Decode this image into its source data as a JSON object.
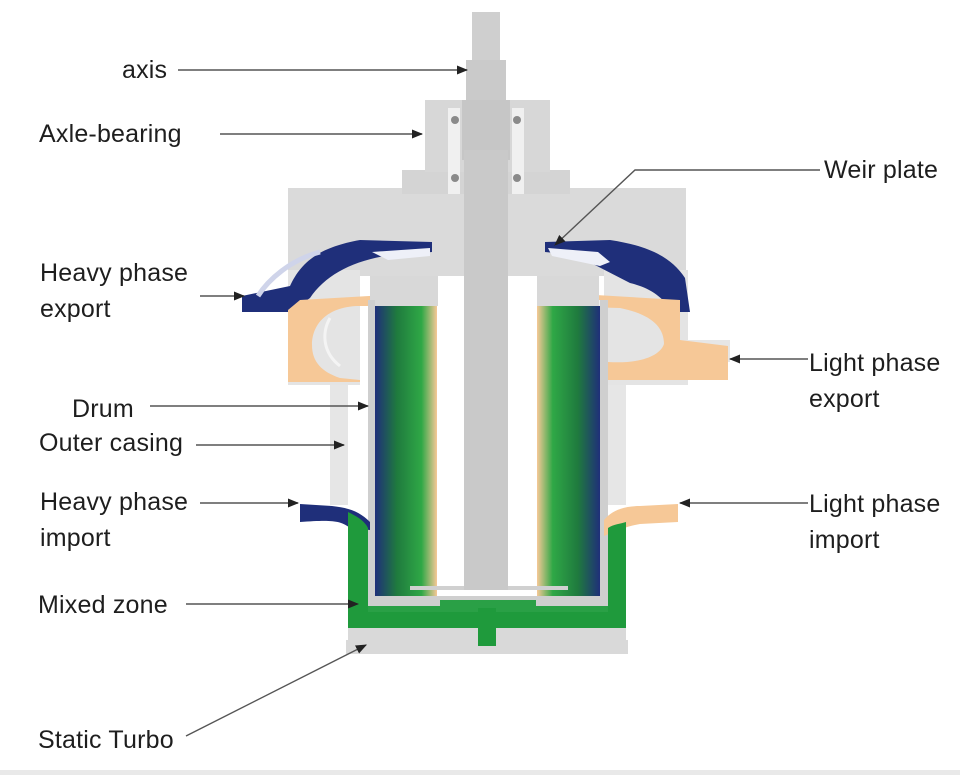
{
  "labels": {
    "axis": "axis",
    "axle_bearing": "Axle-bearing",
    "weir_plate": "Weir plate",
    "heavy_phase_export": [
      "Heavy phase",
      "export"
    ],
    "light_phase_export": [
      "Light phase",
      "export"
    ],
    "drum": "Drum",
    "outer_casing": "Outer casing",
    "heavy_phase_import": [
      "Heavy phase",
      "import"
    ],
    "light_phase_import": [
      "Light phase",
      "import"
    ],
    "mixed_zone": "Mixed zone",
    "static_turbo": "Static Turbo"
  },
  "colors": {
    "housing_gray": "#d9d9d9",
    "shaft_gray": "#c9c9c9",
    "heavy_phase_blue": "#1f2f7a",
    "light_phase_orange": "#f6c897",
    "mixed_green": "#1f9a3c",
    "dark_green": "#1e6f3a",
    "leader_line": "#555555"
  }
}
